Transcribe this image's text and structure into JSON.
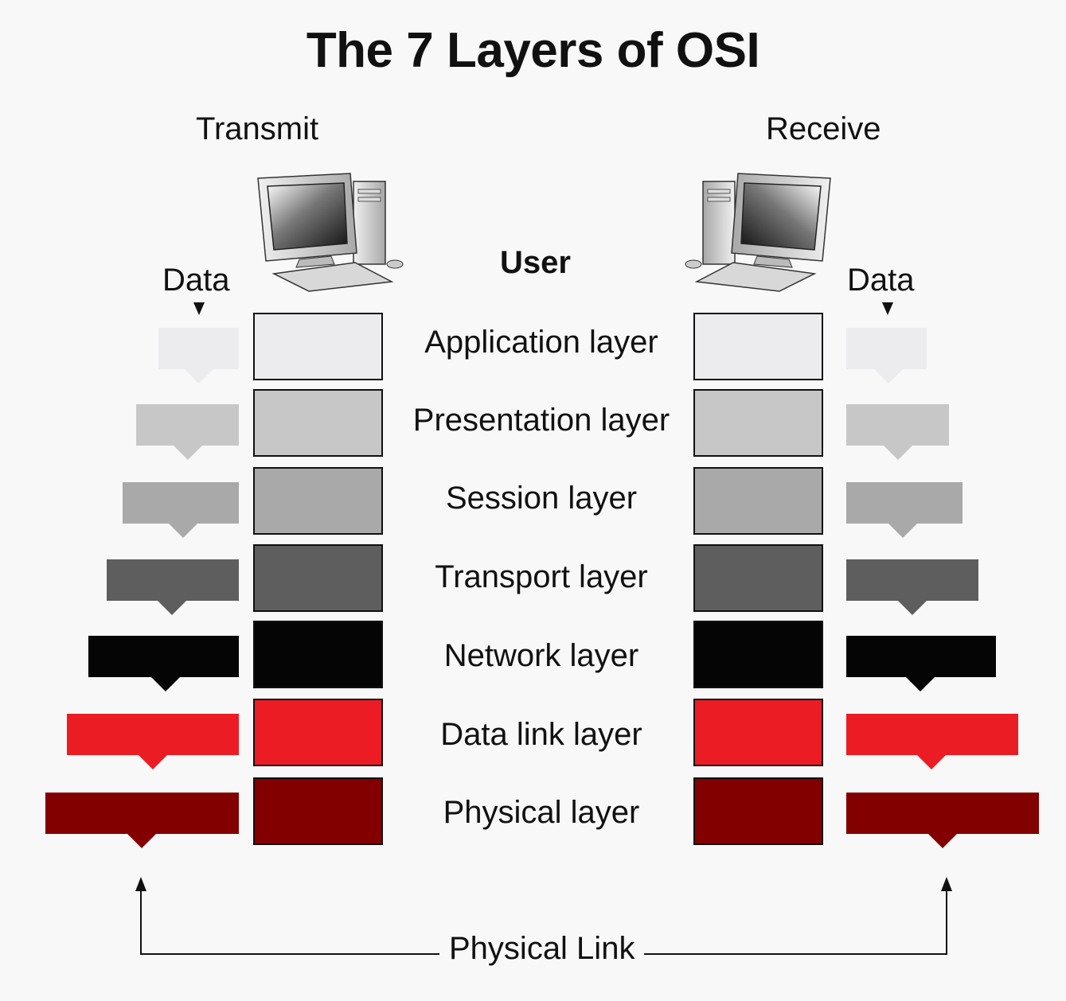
{
  "diagram": {
    "title": "The 7 Layers of OSI",
    "transmit_label": "Transmit",
    "receive_label": "Receive",
    "user_label": "User",
    "data_label_left": "Data",
    "data_label_right": "Data",
    "physical_link_label": "Physical Link",
    "layers": [
      {
        "label": "Application layer",
        "color": "#ececef"
      },
      {
        "label": "Presentation layer",
        "color": "#c7c7c7"
      },
      {
        "label": "Session layer",
        "color": "#a9a9a9"
      },
      {
        "label": "Transport layer",
        "color": "#5e5e5e"
      },
      {
        "label": "Network layer",
        "color": "#050505"
      },
      {
        "label": "Data link layer",
        "color": "#ec1c24"
      },
      {
        "label": "Physical layer",
        "color": "#820000"
      }
    ],
    "icons": {
      "left_computer": "desktop-computer-icon",
      "right_computer": "desktop-computer-icon"
    }
  }
}
